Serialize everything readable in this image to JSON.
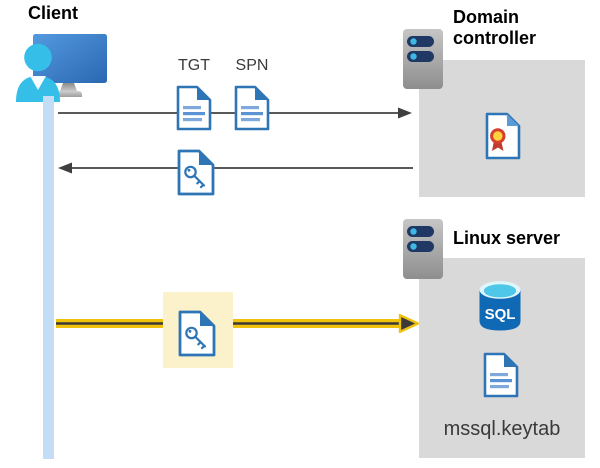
{
  "labels": {
    "client": "Client",
    "domain_controller": "Domain controller",
    "linux_server": "Linux server",
    "tgt": "TGT",
    "spn": "SPN",
    "sql": "SQL",
    "keytab_file": "mssql.keytab"
  },
  "icons": {
    "client": "client-computer-user-icon",
    "domain_controller": "server-icon",
    "linux_server": "server-icon",
    "tgt": "document-icon",
    "spn": "document-icon",
    "kerberos_ticket": "key-document-icon",
    "certificate": "certificate-document-icon",
    "database": "sql-database-icon",
    "keytab": "document-icon"
  },
  "colors": {
    "doc_border_blue": "#2E75B6",
    "doc_line_blue": "#7FA8DC",
    "panel_gray": "#D9D9D9",
    "server_pill_navy": "#1F3864",
    "server_dot_cyan": "#3FB9E4",
    "person_cyan": "#35BEE8",
    "monitor_blue_light": "#539AE0",
    "monitor_blue_dark": "#2B67B2",
    "lifeline_blue": "#C4DDF7",
    "arrow_gray": "#595959",
    "flow_yellow": "#F0C20C",
    "flow_highlight_yellow": "#FBF2CC",
    "cert_red": "#D6402F",
    "cert_gold": "#FFD23E",
    "sql_body_blue": "#1069B4",
    "sql_top_cyan": "#4FC7E8"
  }
}
